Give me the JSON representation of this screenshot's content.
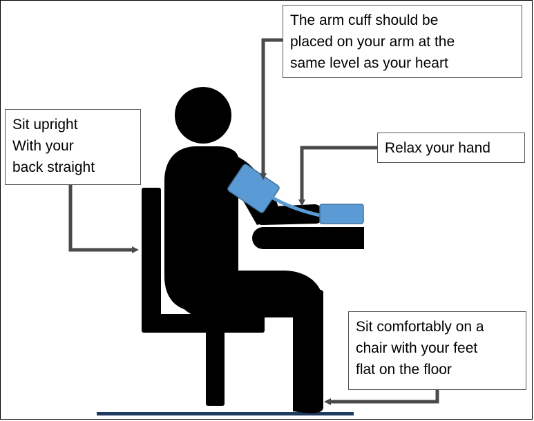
{
  "callouts": {
    "cuff": {
      "lines": [
        "The arm cuff should be",
        "placed on your arm at the",
        "same level as your heart"
      ]
    },
    "posture": {
      "lines": [
        "Sit upright",
        "With your",
        "back straight"
      ]
    },
    "hand": {
      "lines": [
        "Relax your hand"
      ]
    },
    "feet": {
      "lines": [
        "Sit comfortably on a",
        "chair with your feet",
        "flat on the floor"
      ]
    }
  },
  "colors": {
    "figure": "#000000",
    "cuff": "#5b9bd5",
    "cuff_outline": "#41719c",
    "arrow": "#4a4a4a",
    "floor": "#1f3a5f"
  },
  "icons": [
    "person-silhouette",
    "chair",
    "table",
    "blood-pressure-cuff",
    "blood-pressure-monitor"
  ]
}
